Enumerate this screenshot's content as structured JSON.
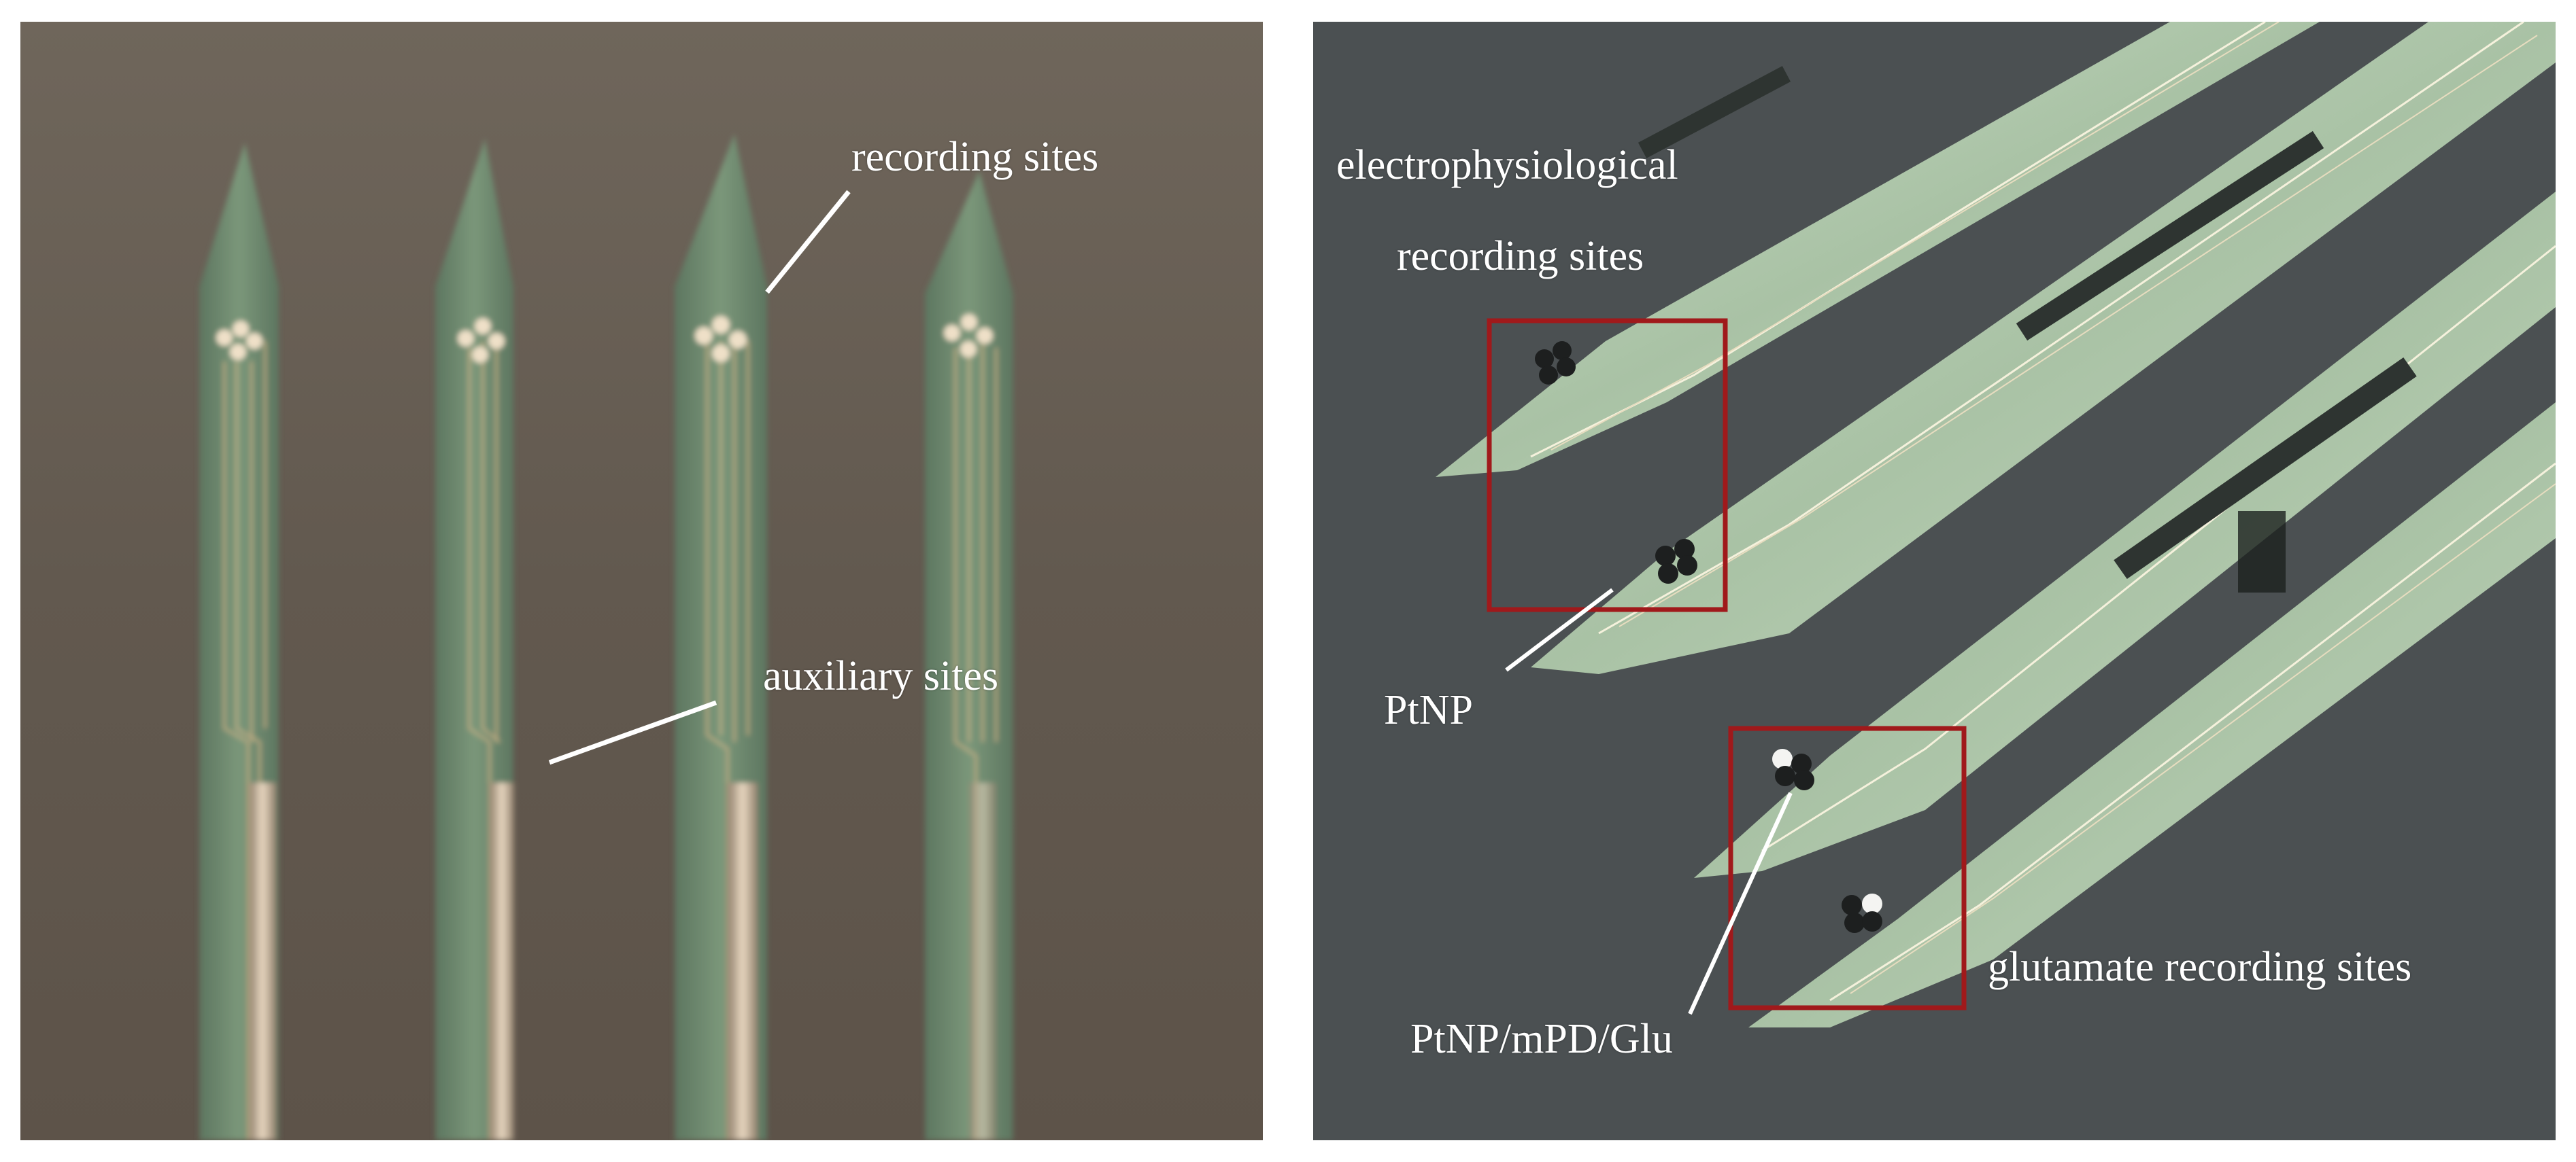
{
  "left_panel": {
    "labels": {
      "recording_sites": "recording sites",
      "auxiliary_sites": "auxiliary sites"
    }
  },
  "right_panel": {
    "labels": {
      "electrophysiological_line1": "electrophysiological",
      "electrophysiological_line2": "recording sites",
      "ptnp": "PtNP",
      "ptnp_mpd_glu": "PtNP/mPD/Glu",
      "glutamate_recording_sites": "glutamate recording sites"
    }
  },
  "colors": {
    "left_background": "#6b6258",
    "right_background": "#4b5052",
    "probe_green": "#6f8a6e",
    "probe_pale": "#b7cdb3",
    "site_gold": "#e6cfa8",
    "highlight_box": "#a0191b"
  }
}
